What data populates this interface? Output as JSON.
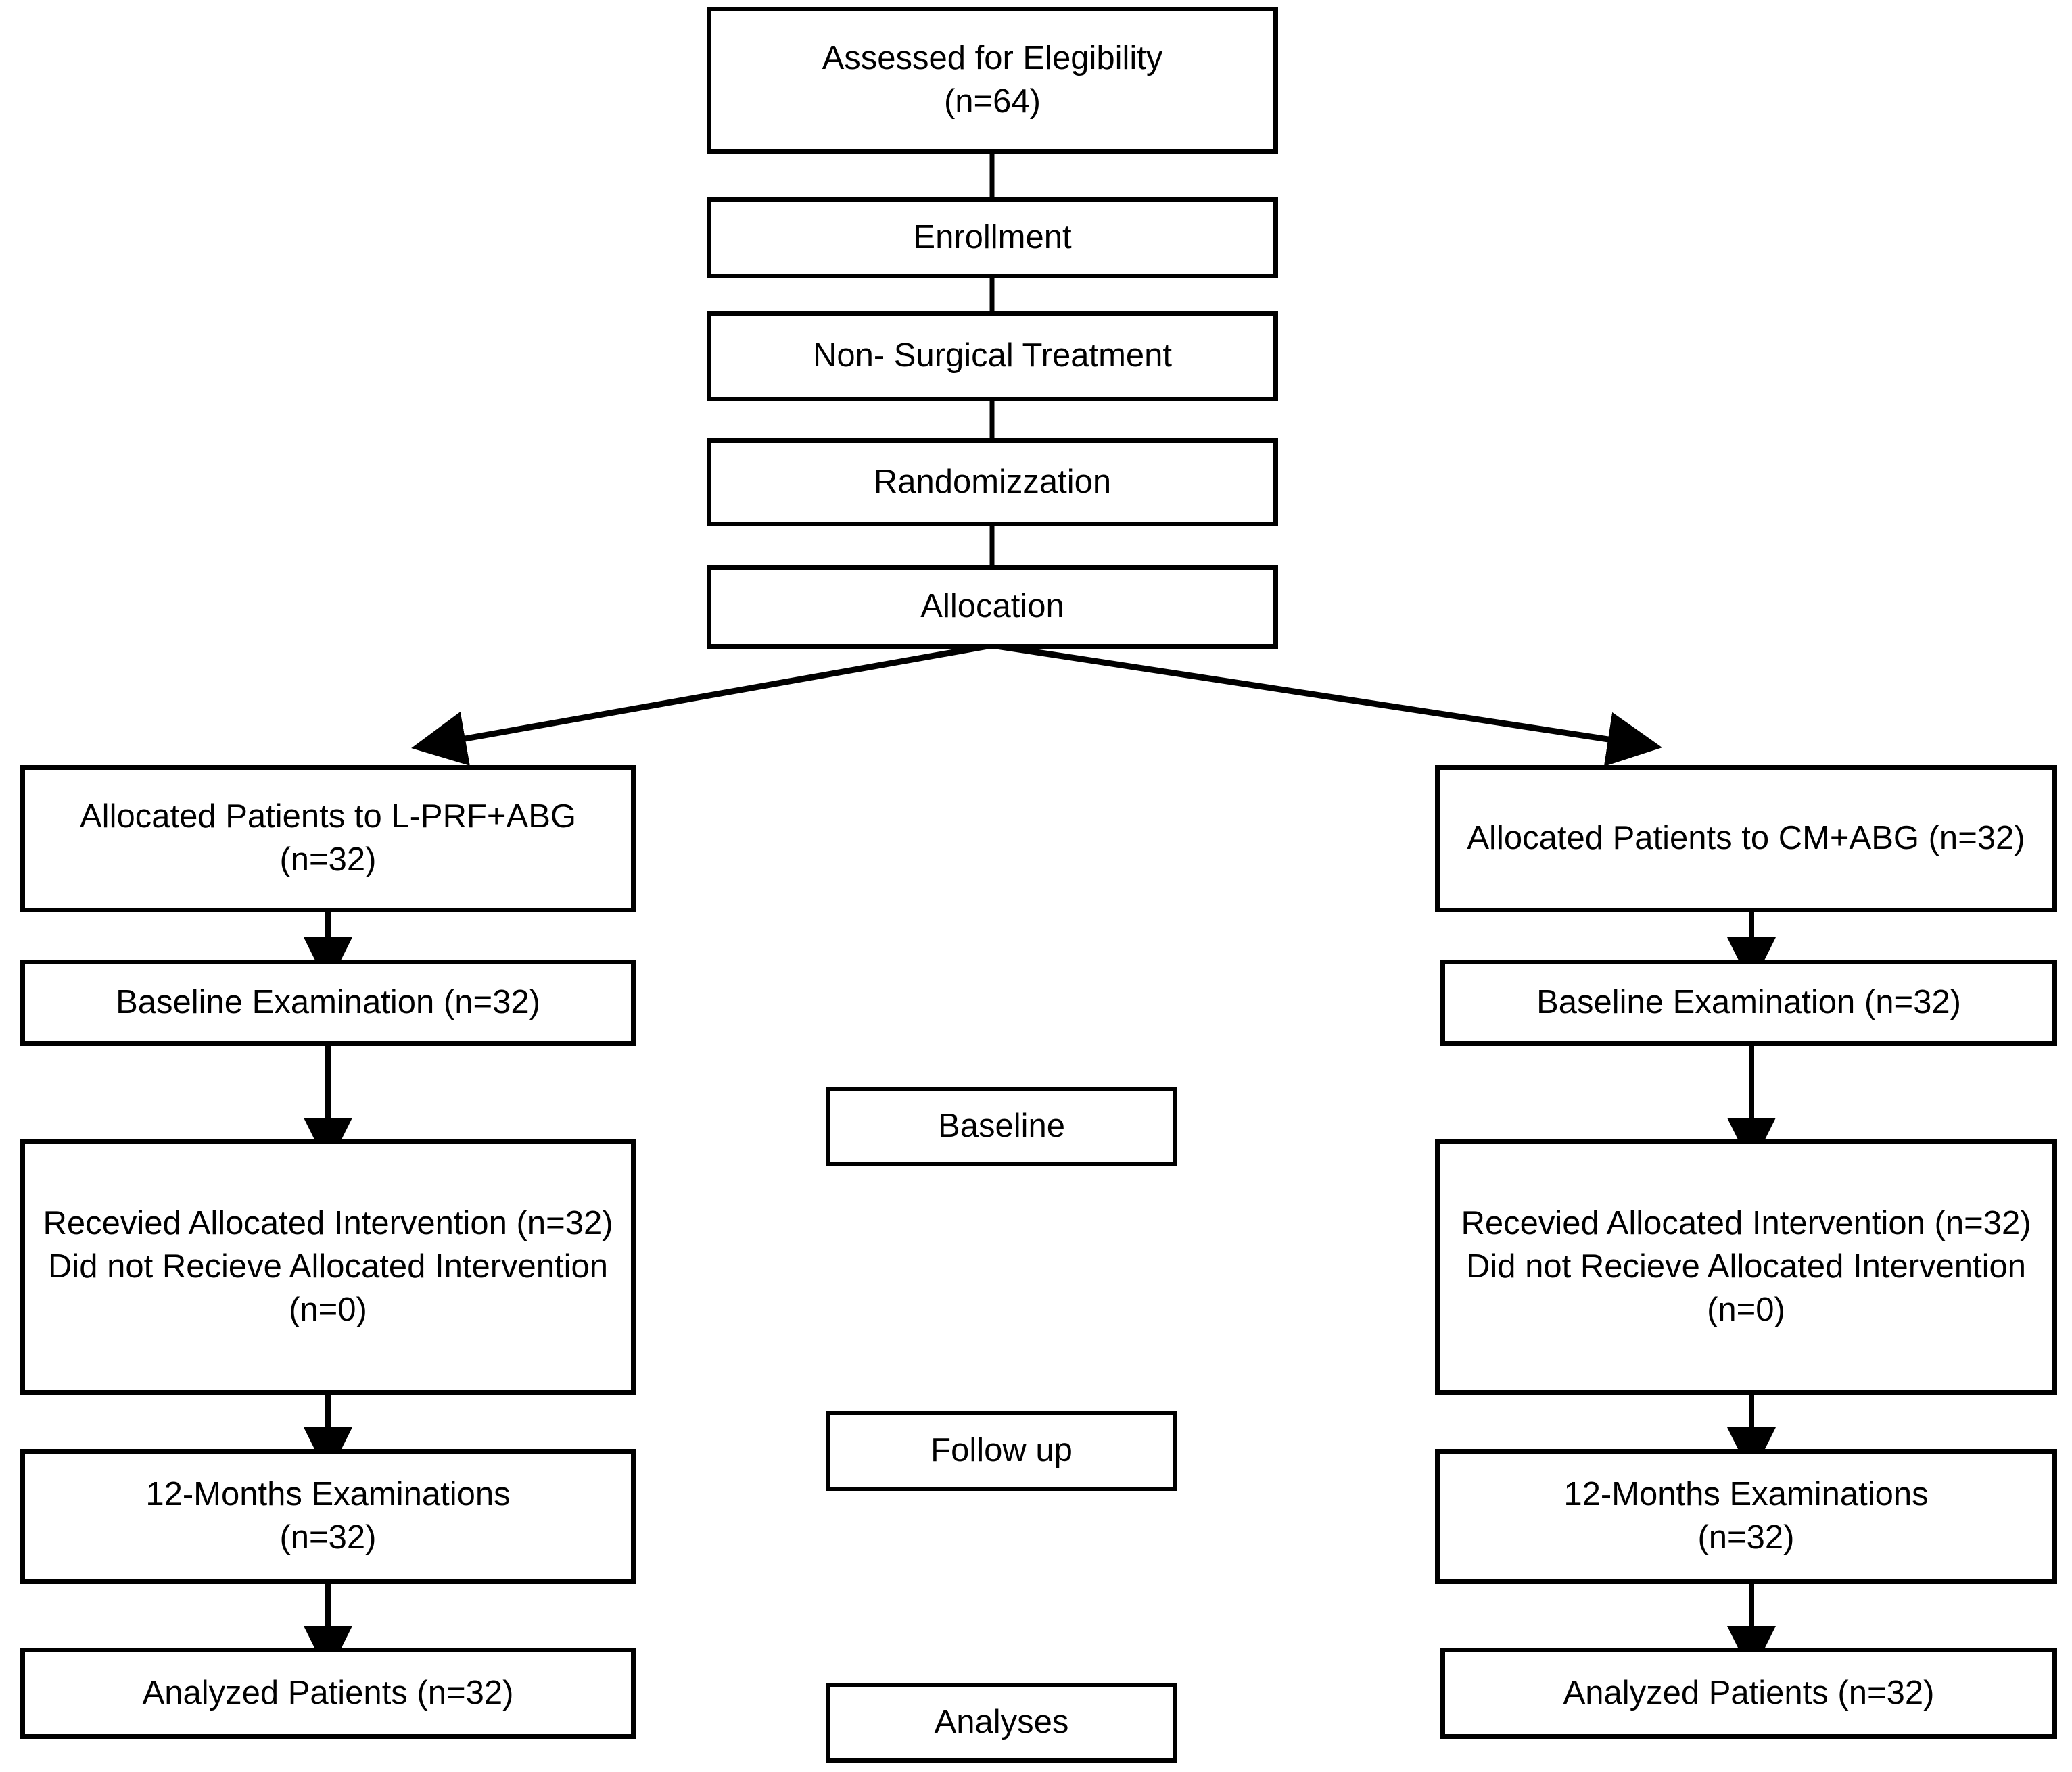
{
  "diagram": {
    "title": "CONSORT participant flow diagram",
    "type": "flowchart",
    "line_color": "#000000",
    "background_color": "#ffffff",
    "text_color": "#000000"
  },
  "stem": {
    "assessed": "Assessed for Elegibility\n(n=64)",
    "enrollment": "Enrollment",
    "non_surgical": "Non- Surgical Treatment",
    "randomization": "Randomizzation",
    "allocation": "Allocation"
  },
  "left_arm": {
    "allocated": "Allocated Patients to L-PRF+ABG (n=32)",
    "baseline_exam": "Baseline Examination (n=32)",
    "intervention": "Recevied Allocated Intervention (n=32)\nDid not Recieve Allocated Intervention (n=0)",
    "followup_exam": "12-Months Examinations\n(n=32)",
    "analyzed": "Analyzed Patients (n=32)"
  },
  "right_arm": {
    "allocated": "Allocated Patients to CM+ABG (n=32)",
    "baseline_exam": "Baseline Examination (n=32)",
    "intervention": "Recevied Allocated Intervention (n=32)\nDid not Recieve Allocated Intervention (n=0)",
    "followup_exam": "12-Months Examinations\n(n=32)",
    "analyzed": "Analyzed Patients (n=32)"
  },
  "stage_labels": {
    "baseline": "Baseline",
    "follow_up": "Follow up",
    "analyses": "Analyses"
  },
  "counts": {
    "assessed_n": 64,
    "left_allocated_n": 32,
    "right_allocated_n": 32,
    "left_received_n": 32,
    "left_not_received_n": 0,
    "right_received_n": 32,
    "right_not_received_n": 0,
    "left_analyzed_n": 32,
    "right_analyzed_n": 32
  }
}
